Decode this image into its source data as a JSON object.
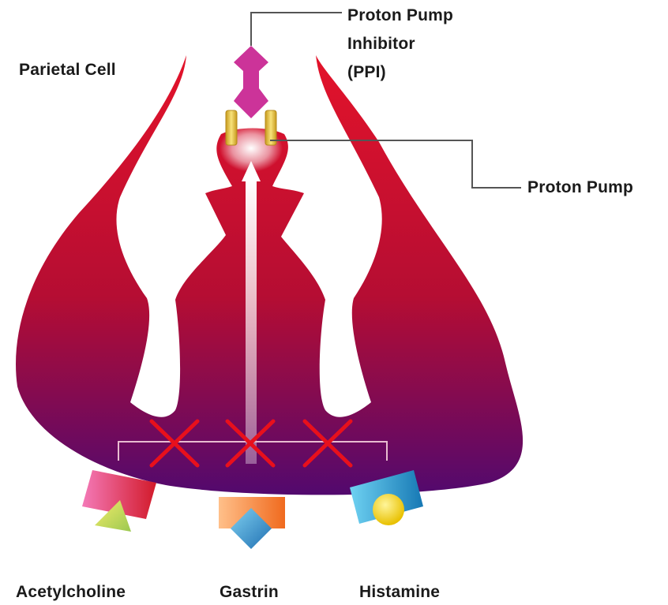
{
  "labels": {
    "cell": "Parietal Cell",
    "ppi": [
      "Proton Pump",
      "Inhibitor",
      "(PPI)"
    ],
    "pump": "Proton Pump",
    "receptors": [
      "Acetylcholine",
      "Gastrin",
      "Histamine"
    ]
  },
  "colors": {
    "cell_top": "#e3132a",
    "cell_mid": "#b50d33",
    "cell_bottom": "#52096e",
    "inhibitor": "#cc3399",
    "pump": "#e8c23a",
    "block_x": "#e8101c",
    "leader_line": "#555555"
  },
  "diagram": {
    "receptors_blocked": 3
  }
}
